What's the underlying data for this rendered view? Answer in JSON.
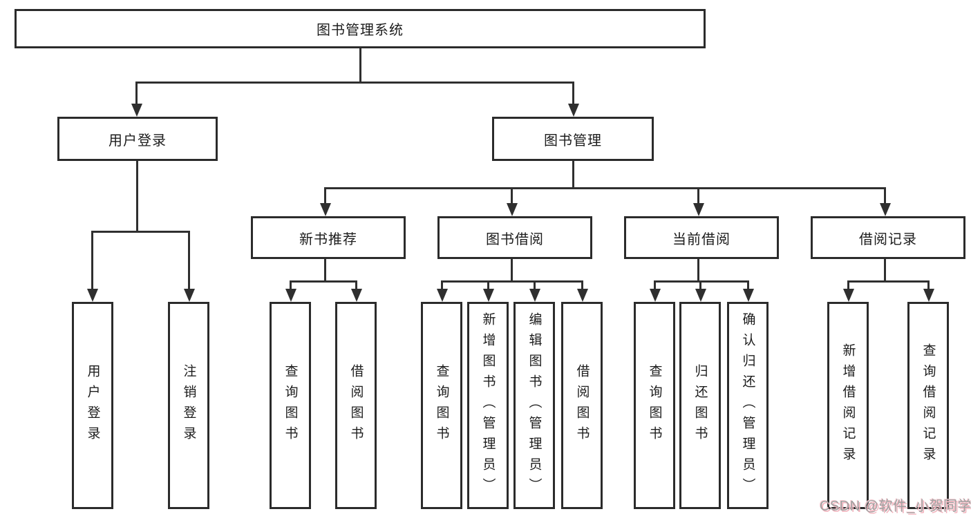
{
  "diagram": {
    "title": "图书管理系统",
    "root": {
      "label": "图书管理系统"
    },
    "level2": [
      {
        "label": "用户登录"
      },
      {
        "label": "图书管理"
      }
    ],
    "level3": [
      {
        "label": "新书推荐"
      },
      {
        "label": "图书借阅"
      },
      {
        "label": "当前借阅"
      },
      {
        "label": "借阅记录"
      }
    ],
    "leaves": {
      "user_login": [
        "用户登录",
        "注销登录"
      ],
      "new_book": [
        "查询图书",
        "借阅图书"
      ],
      "book_borrow": [
        "查询图书",
        "新增图书（管理员）",
        "编辑图书（管理员）",
        "借阅图书"
      ],
      "current_borrow": [
        "查询图书",
        "归还图书",
        "确认归还（管理员）"
      ],
      "borrow_record": [
        "新增借阅记录",
        "查询借阅记录"
      ]
    },
    "colors": {
      "line": "#2f2f2f",
      "border": "#2b2b2b",
      "text": "#1c1c1c",
      "background": "#ffffff"
    }
  },
  "watermark": {
    "text": "CSDN @软件_小贺同学",
    "text_color": "#a0a0a0",
    "accent_color": "#f2b3bd"
  }
}
